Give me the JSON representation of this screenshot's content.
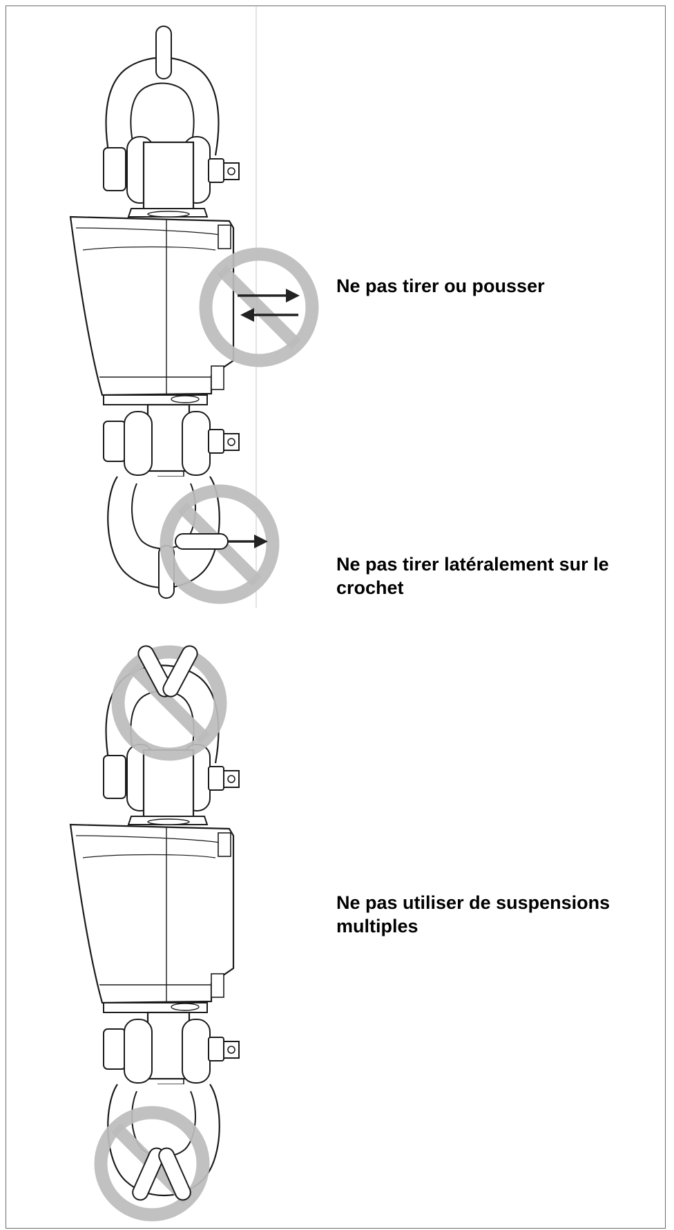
{
  "warnings": [
    {
      "id": "push-pull",
      "lines": [
        "Ne pas tirer ou pousser"
      ],
      "icon": "no-push-pull-icon"
    },
    {
      "id": "lateral-pull",
      "lines": [
        "Ne pas tirer latéralement sur le",
        "crochet"
      ],
      "icon": "no-lateral-pull-icon"
    },
    {
      "id": "multiple-suspension",
      "lines": [
        "Ne pas utiliser de suspensions",
        "multiples"
      ],
      "icon": "no-multiple-suspension-icon"
    }
  ],
  "colors": {
    "line": "#1a1a1a",
    "prohibition": "#bcbcbc",
    "arrow": "#222222",
    "border": "#6a6a6a"
  }
}
